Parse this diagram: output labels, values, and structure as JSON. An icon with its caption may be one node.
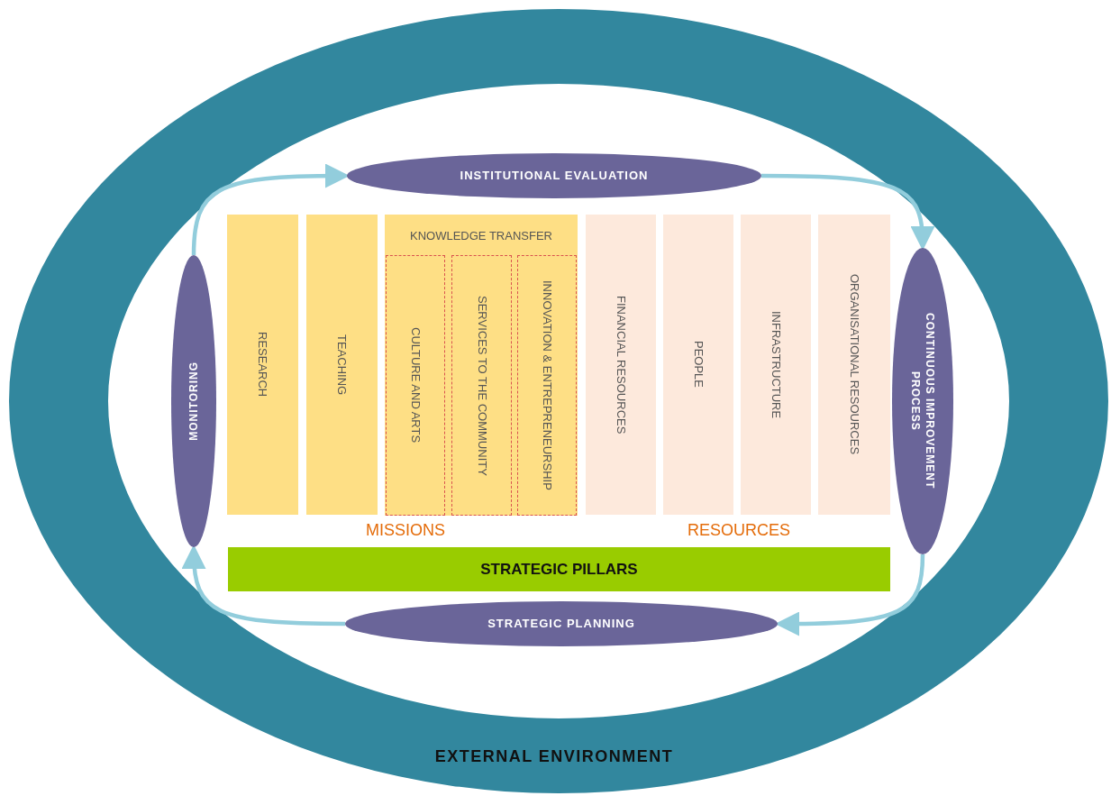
{
  "diagram": {
    "nodes": [
      {
        "text": [
          "EXTERNAL ENVIRONMENT"
        ]
      },
      {
        "text": [
          "INSTITUTIONAL EVALUATION"
        ],
        "in": 0
      },
      {
        "text": [
          "MONITORING"
        ],
        "in": 0
      },
      {
        "text": [
          "CONTINUOUS IMPROVEMENT PROCESS"
        ],
        "in": 0
      },
      {
        "text": [
          "STRATEGIC PLANNING"
        ],
        "in": 0
      },
      {
        "text": [
          "RESEARCH"
        ],
        "in": 0
      },
      {
        "text": [
          "TEACHING"
        ],
        "in": 0
      },
      {
        "text": [
          "KNOWLEDGE TRANSFER"
        ],
        "in": 0
      },
      {
        "text": [
          "CULTURE AND ARTS"
        ],
        "in": 7
      },
      {
        "text": [
          "SERVICES TO THE COMMUNITY"
        ],
        "in": 7
      },
      {
        "text": [
          "INNOVATION & ENTREPRENEURSHIP"
        ],
        "in": 7
      },
      {
        "text": [
          "FINANCIAL RESOURCES"
        ],
        "in": 0
      },
      {
        "text": [
          "PEOPLE"
        ],
        "in": 0
      },
      {
        "text": [
          "INFRASTRUCTURE"
        ],
        "in": 0
      },
      {
        "text": [
          "ORGANISATIONAL RESOURCES"
        ],
        "in": 0
      },
      {
        "text": [
          "STRATEGIC PILLARS"
        ],
        "in": 0
      }
    ],
    "edges": [
      {
        "from": 2,
        "to": 1,
        "arrow": "to"
      },
      {
        "from": 1,
        "to": 3,
        "arrow": "to"
      },
      {
        "from": 3,
        "to": 4,
        "arrow": "to"
      },
      {
        "from": 4,
        "to": 2,
        "arrow": "to"
      }
    ],
    "labels": [
      "MISSIONS",
      "RESOURCES"
    ]
  }
}
